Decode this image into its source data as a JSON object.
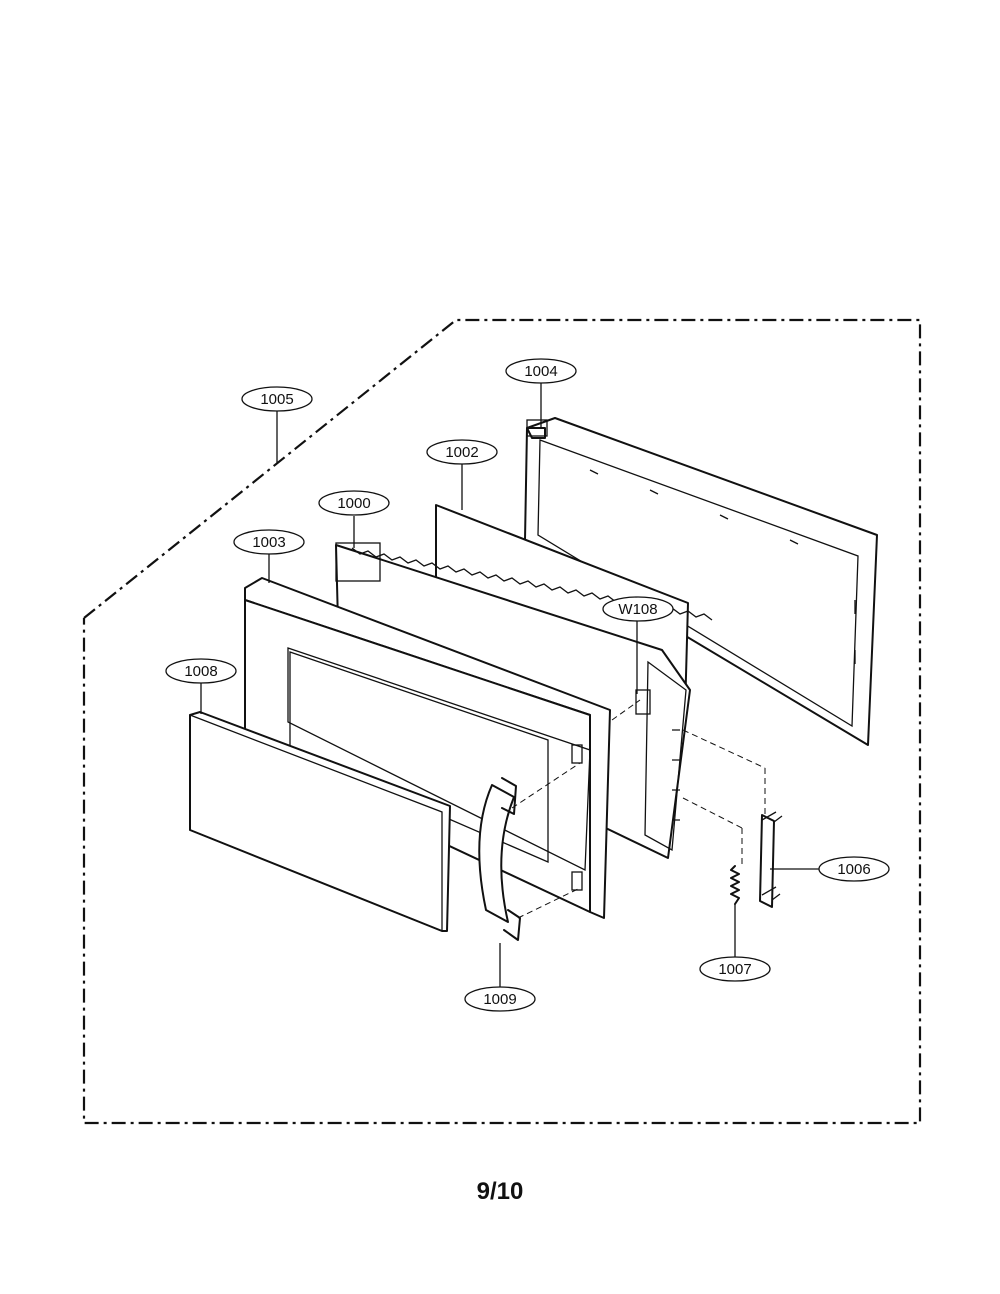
{
  "callouts": {
    "c1005": "1005",
    "c1004": "1004",
    "c1002": "1002",
    "c1000": "1000",
    "c1003": "1003",
    "cW108": "W108",
    "c1008": "1008",
    "c1006": "1006",
    "c1007": "1007",
    "c1009": "1009"
  },
  "page_number": "9/10"
}
